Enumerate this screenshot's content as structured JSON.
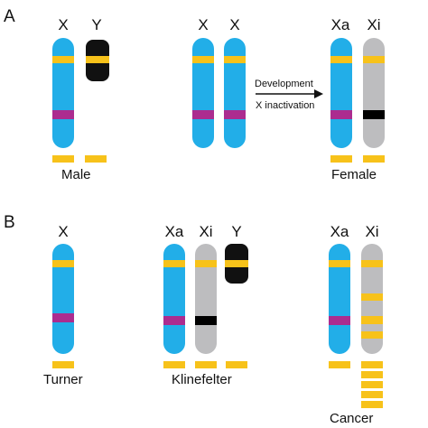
{
  "colors": {
    "x_active": "#22AEE8",
    "x_inactive": "#BDBDBF",
    "y_chrom": "#111111",
    "gene": "#F7C21A",
    "band": "#AC2C8F",
    "inactive_band": "#000000",
    "text": "#111111"
  },
  "panel_a": {
    "label": "A",
    "male": {
      "x_label": "X",
      "y_label": "Y",
      "caption": "Male"
    },
    "pre": {
      "x1_label": "X",
      "x2_label": "X"
    },
    "arrow": {
      "line1": "Development",
      "line2": "X inactivation"
    },
    "female": {
      "xa_label": "Xa",
      "xi_label": "Xi",
      "caption": "Female"
    }
  },
  "panel_b": {
    "label": "B",
    "turner": {
      "x_label": "X",
      "caption": "Turner"
    },
    "klinefelter": {
      "xa_label": "Xa",
      "xi_label": "Xi",
      "y_label": "Y",
      "caption": "Klinefelter"
    },
    "cancer": {
      "xa_label": "Xa",
      "xi_label": "Xi",
      "caption": "Cancer",
      "expression_bars": 5
    }
  }
}
